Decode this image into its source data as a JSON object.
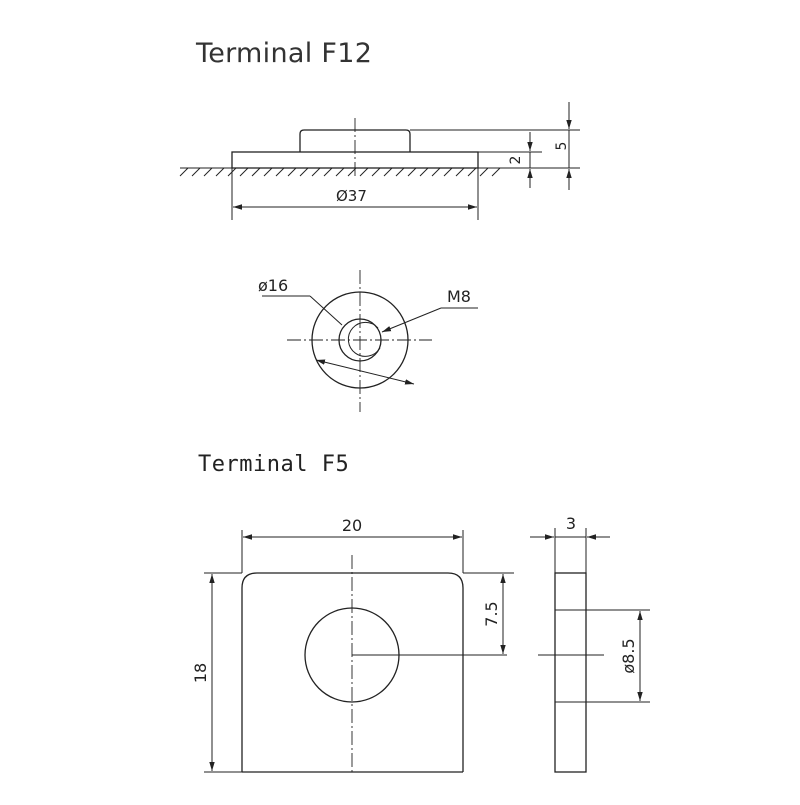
{
  "titles": {
    "terminal_f12": "Terminal F12",
    "terminal_f5": "Terminal F5"
  },
  "dimensions": {
    "f12_height_total": "5",
    "f12_height_base": "2",
    "f12_diameter": "Ø37",
    "f12_hole_diameter": "ø16",
    "f12_thread": "M8",
    "f5_width": "20",
    "f5_thickness": "3",
    "f5_height": "18",
    "f5_hole_offset": "7.5",
    "f5_hole_diameter": "ø8.5"
  }
}
